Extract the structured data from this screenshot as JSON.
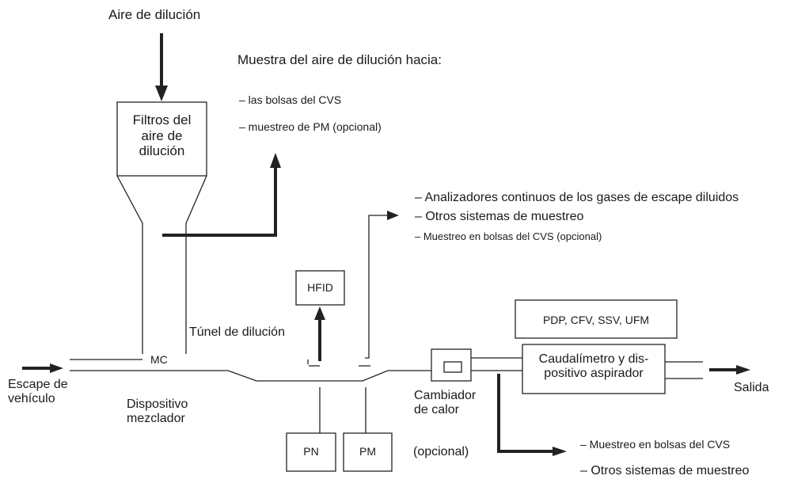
{
  "inputs": {
    "dilution_air": "Aire de dilución",
    "vehicle_exhaust": "Escape de\nvehículo"
  },
  "blocks": {
    "dilution_filters": "Filtros del\naire de\ndilución",
    "hfid": "HFID",
    "flow_options": "PDP, CFV, SSV, UFM",
    "flowmeter": "Caudalímetro y dis-\npositivo aspirador",
    "pn": "PN",
    "pm": "PM"
  },
  "labels": {
    "mc": "MC",
    "mixing_device": "Dispositivo\nmezclador",
    "dilution_tunnel": "Túnel de dilución",
    "heat_exchanger": "Cambiador\nde calor",
    "optional": "(opcional)",
    "outlet": "Salida"
  },
  "dilution_air_sample": {
    "title": "Muestra del aire de dilución hacia:",
    "items": [
      "– las bolsas del CVS",
      "– muestreo de PM (opcional)"
    ]
  },
  "tunnel_sampling": {
    "items": [
      "– Analizadores continuos de los gases de escape diluidos",
      "– Otros sistemas de muestreo",
      "– Muestreo en bolsas del CVS (opcional)"
    ]
  },
  "exchanger_sampling": {
    "items": [
      "– Muestreo en bolsas del CVS",
      "– Otros sistemas de muestreo"
    ]
  }
}
